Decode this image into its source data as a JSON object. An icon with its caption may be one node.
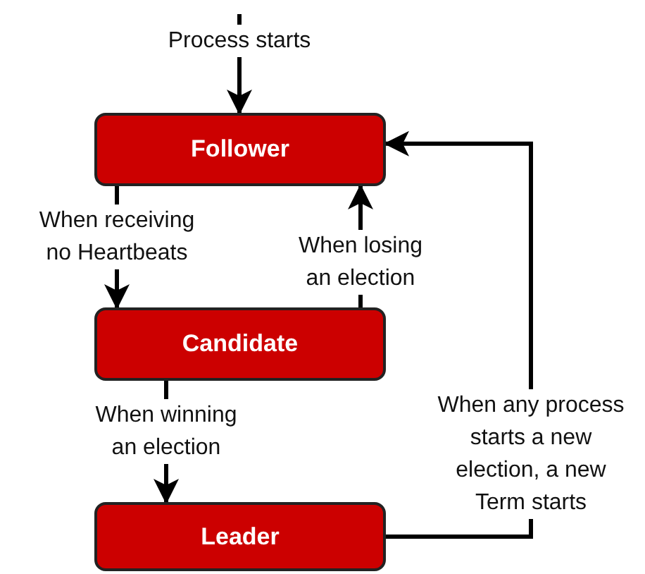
{
  "diagram": {
    "nodes": [
      {
        "text": [
          "Follower"
        ]
      },
      {
        "text": [
          "Candidate"
        ]
      },
      {
        "text": [
          "Leader"
        ]
      }
    ],
    "edges": [
      {
        "from": null,
        "to": 0,
        "arrow": "to",
        "label": "Process starts"
      },
      {
        "from": 0,
        "to": 1,
        "arrow": "to",
        "label": "When receiving no Heartbeats"
      },
      {
        "from": 1,
        "to": 0,
        "arrow": "to",
        "label": "When losing an election"
      },
      {
        "from": 1,
        "to": 2,
        "arrow": "to",
        "label": "When winning an election"
      },
      {
        "from": 2,
        "to": 0,
        "arrow": "to",
        "label": "When any process starts a new election, a new Term starts"
      }
    ]
  }
}
